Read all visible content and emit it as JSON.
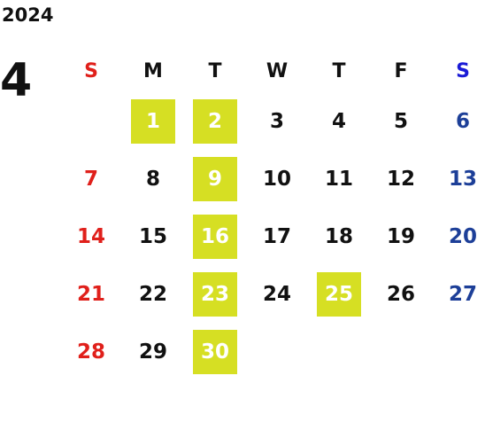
{
  "year": "2024",
  "month": "4",
  "colors": {
    "sunday": "#e0201b",
    "saturday_header": "#1b1bd6",
    "saturday": "#1d3f98",
    "weekday": "#111111",
    "highlight_bg": "#d6df23",
    "highlight_text": "#ffffff"
  },
  "weekdays": [
    "S",
    "M",
    "T",
    "W",
    "T",
    "F",
    "S"
  ],
  "weeks": [
    [
      "",
      "1",
      "2",
      "3",
      "4",
      "5",
      "6"
    ],
    [
      "7",
      "8",
      "9",
      "10",
      "11",
      "12",
      "13"
    ],
    [
      "14",
      "15",
      "16",
      "17",
      "18",
      "19",
      "20"
    ],
    [
      "21",
      "22",
      "23",
      "24",
      "25",
      "26",
      "27"
    ],
    [
      "28",
      "29",
      "30",
      "",
      "",
      "",
      ""
    ]
  ],
  "highlighted_days": [
    "1",
    "2",
    "9",
    "16",
    "23",
    "25",
    "30"
  ]
}
